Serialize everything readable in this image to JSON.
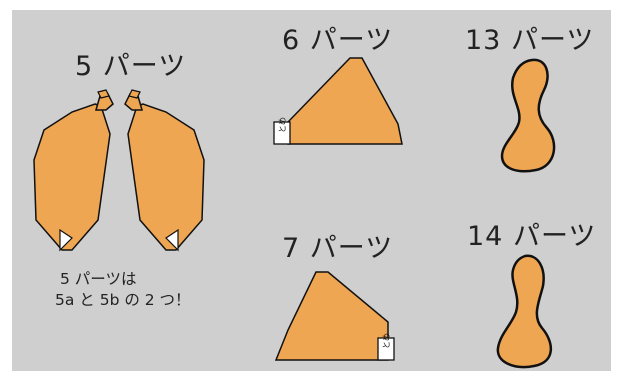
{
  "labels": {
    "part5": "5 パーツ",
    "part6": "6 パーツ",
    "part7": "7 パーツ",
    "part13": "13 パーツ",
    "part14": "14 パーツ"
  },
  "note": {
    "line1": "5 パーツは",
    "line2": "5a と 5b の 2 つ！"
  },
  "tab_text": "とめ",
  "colors": {
    "background": "#cfcfcf",
    "part_fill": "#eea653",
    "outline": "#111111",
    "tab_fill": "#ffffff"
  }
}
